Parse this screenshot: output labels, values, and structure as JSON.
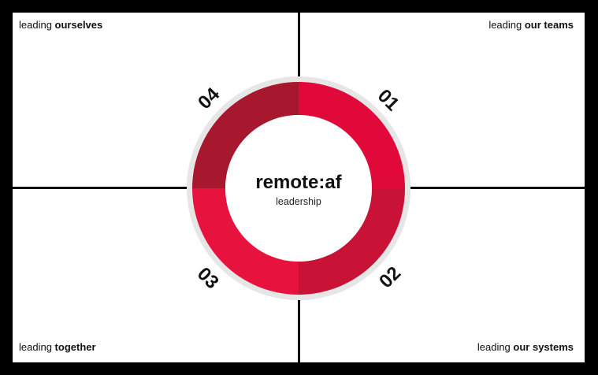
{
  "quadrants": {
    "top_left": {
      "prefix": "leading ",
      "emphasis": "ourselves"
    },
    "top_right": {
      "prefix": "leading ",
      "emphasis": "our teams"
    },
    "bottom_left": {
      "prefix": "leading ",
      "emphasis": "together"
    },
    "bottom_right": {
      "prefix": "leading ",
      "emphasis": "our systems"
    }
  },
  "center": {
    "title": "remote:af",
    "subtitle": "leadership"
  },
  "segments": [
    {
      "number": "01",
      "color": "#e0093a"
    },
    {
      "number": "02",
      "color": "#c81236"
    },
    {
      "number": "03",
      "color": "#e8123f"
    },
    {
      "number": "04",
      "color": "#a7182e"
    }
  ],
  "colors": {
    "frame": "#000000",
    "panel": "#ffffff",
    "ring_shadow": "#e6e6e6"
  }
}
